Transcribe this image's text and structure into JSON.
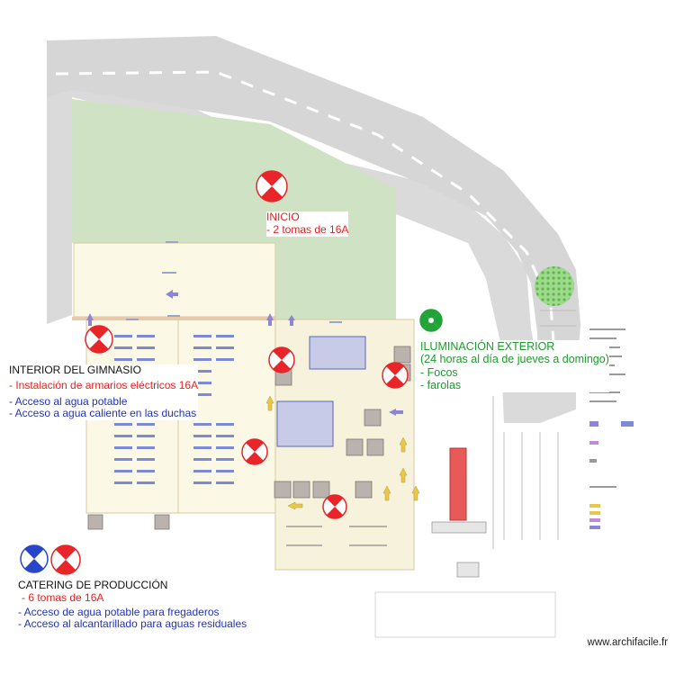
{
  "labels": {
    "inicio": {
      "title": "INICIO",
      "lines": [
        "- 2 tomas de 16A"
      ]
    },
    "iluminacion": {
      "title": "ILUMINACIÓN EXTERIOR",
      "lines": [
        "(24 horas al día de jueves a domingo)",
        "- Focos",
        "- farolas"
      ]
    },
    "gimnasio": {
      "title": "INTERIOR DEL GIMNASIO",
      "red_lines": [
        "- Instalación de armarios eléctricos 16A"
      ],
      "blue_lines": [
        "- Acceso al agua potable",
        "- Acceso a agua caliente en las duchas"
      ]
    },
    "catering": {
      "title": "CATERING DE PRODUCCIÓN",
      "red_lines": [
        "- 6 tomas de 16A"
      ],
      "blue_lines": [
        "- Acceso de agua potable para fregaderos",
        "- Acceso al alcantarillado para aguas residuales"
      ]
    }
  },
  "watermark": "www.archifacile.fr",
  "colors": {
    "road": "#d9d9d9",
    "grass": "#cfe3c4",
    "floor": "#fbf8e6",
    "building": "#f7f2dc",
    "power_marker": "#e8262a",
    "water_marker": "#2a46c8",
    "light_marker": "#22a33a",
    "stage": "#e85a5a",
    "seat": "#6f7fd0"
  },
  "icons": {
    "power": "red-white-circle-icon",
    "water": "blue-white-circle-icon",
    "light": "green-white-circle-icon"
  }
}
